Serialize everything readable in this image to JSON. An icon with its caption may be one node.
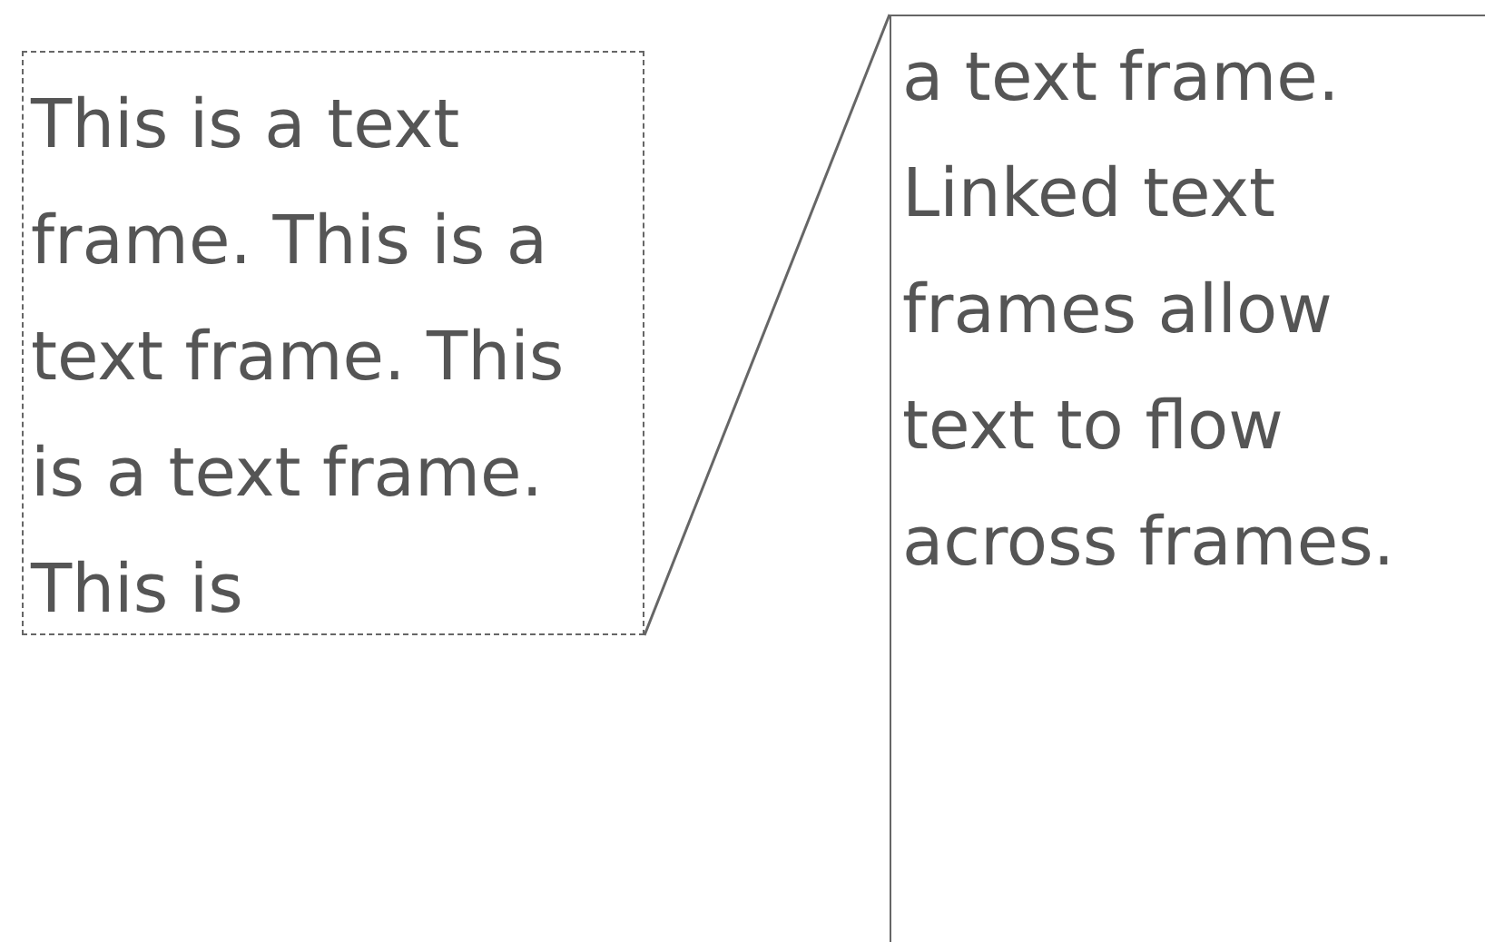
{
  "diagram": {
    "nodes": [
      {
        "text": [
          "This is a text frame. This is a text frame. This is a text frame. This is"
        ]
      },
      {
        "text": [
          "a text frame. Linked text frames allow text to flow across frames."
        ]
      }
    ],
    "edges": [
      {
        "from": 0,
        "to": 1,
        "arrow": "none"
      }
    ]
  }
}
